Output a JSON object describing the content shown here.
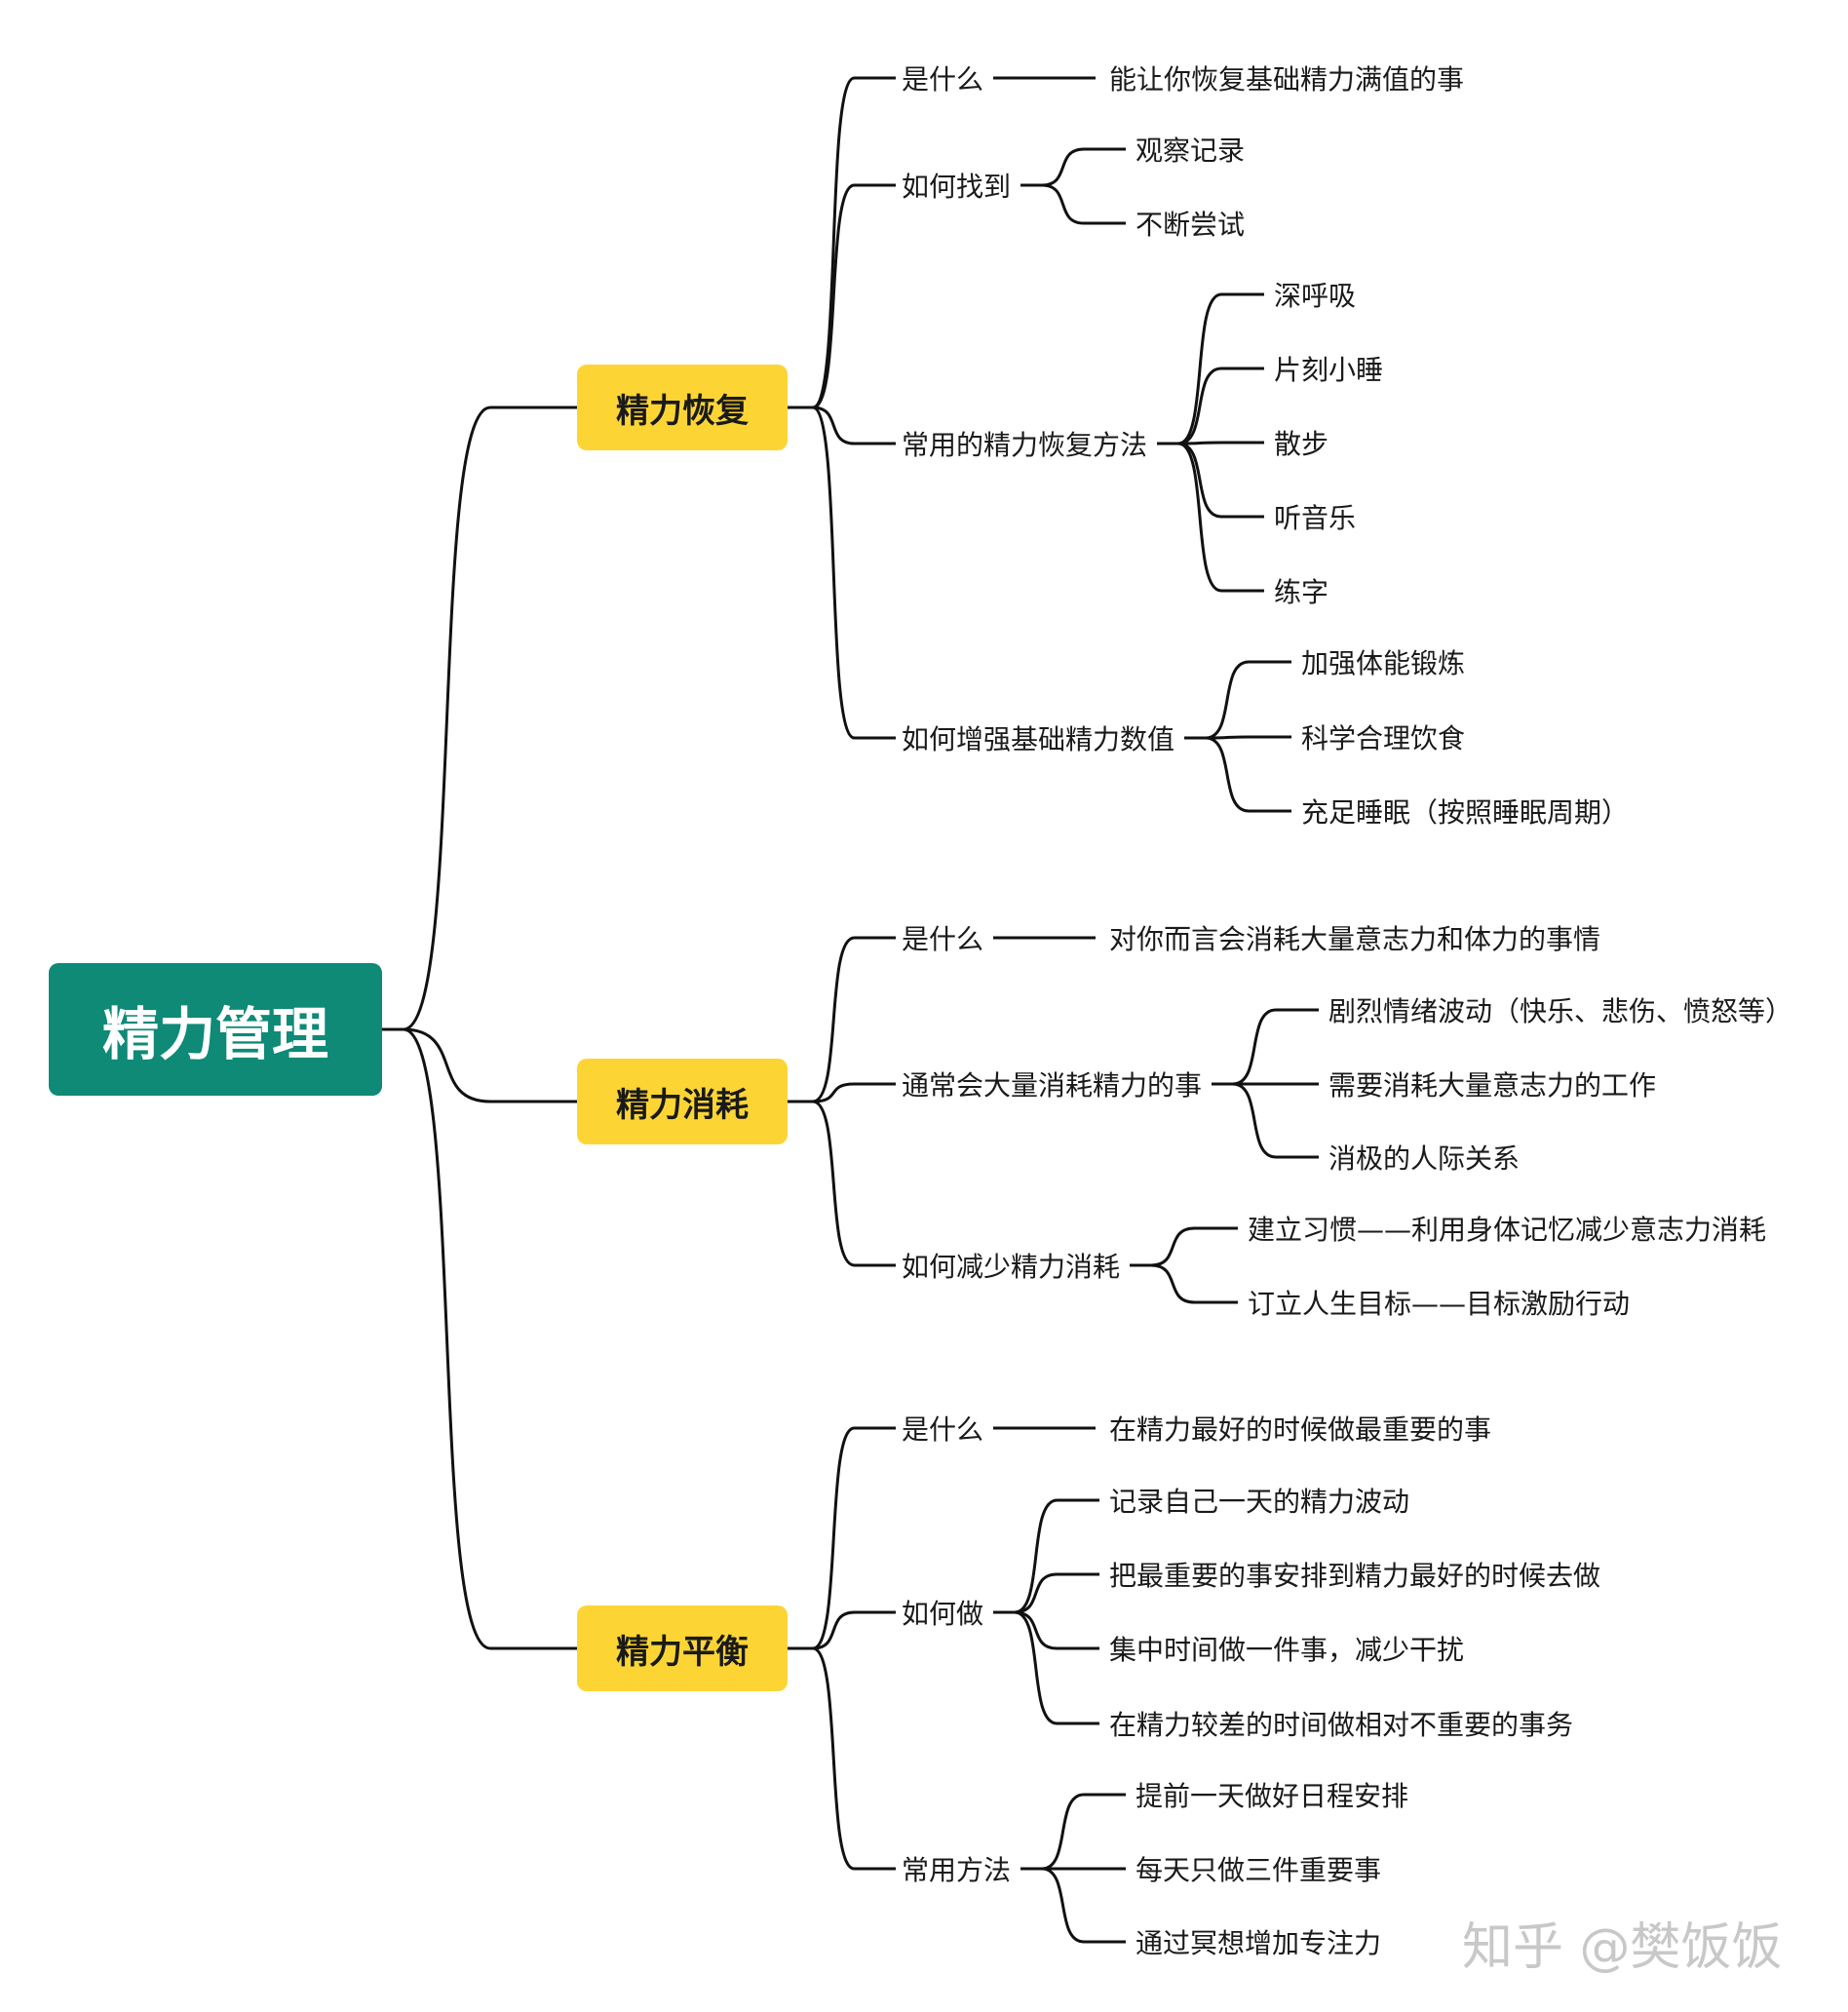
{
  "colors": {
    "root_bg": "#0e8a77",
    "main_bg": "#fcd535",
    "line": "#111111"
  },
  "root": {
    "label": "精力管理"
  },
  "branches": [
    {
      "label": "精力恢复",
      "children": [
        {
          "label": "是什么",
          "children": [
            "能让你恢复基础精力满值的事"
          ]
        },
        {
          "label": "如何找到",
          "children": [
            "观察记录",
            "不断尝试"
          ]
        },
        {
          "label": "常用的精力恢复方法",
          "children": [
            "深呼吸",
            "片刻小睡",
            "散步",
            "听音乐",
            "练字"
          ]
        },
        {
          "label": "如何增强基础精力数值",
          "children": [
            "加强体能锻炼",
            "科学合理饮食",
            "充足睡眠（按照睡眠周期）"
          ]
        }
      ]
    },
    {
      "label": "精力消耗",
      "children": [
        {
          "label": "是什么",
          "children": [
            "对你而言会消耗大量意志力和体力的事情"
          ]
        },
        {
          "label": "通常会大量消耗精力的事",
          "children": [
            "剧烈情绪波动（快乐、悲伤、愤怒等）",
            "需要消耗大量意志力的工作",
            "消极的人际关系"
          ]
        },
        {
          "label": "如何减少精力消耗",
          "children": [
            "建立习惯——利用身体记忆减少意志力消耗",
            "订立人生目标——目标激励行动"
          ]
        }
      ]
    },
    {
      "label": "精力平衡",
      "children": [
        {
          "label": "是什么",
          "children": [
            "在精力最好的时候做最重要的事"
          ]
        },
        {
          "label": "如何做",
          "children": [
            "记录自己一天的精力波动",
            "把最重要的事安排到精力最好的时候去做",
            "集中时间做一件事，减少干扰",
            "在精力较差的时间做相对不重要的事务"
          ]
        },
        {
          "label": "常用方法",
          "children": [
            "提前一天做好日程安排",
            "每天只做三件重要事",
            "通过冥想增加专注力"
          ]
        }
      ]
    }
  ],
  "watermark": "知乎 @樊饭饭"
}
